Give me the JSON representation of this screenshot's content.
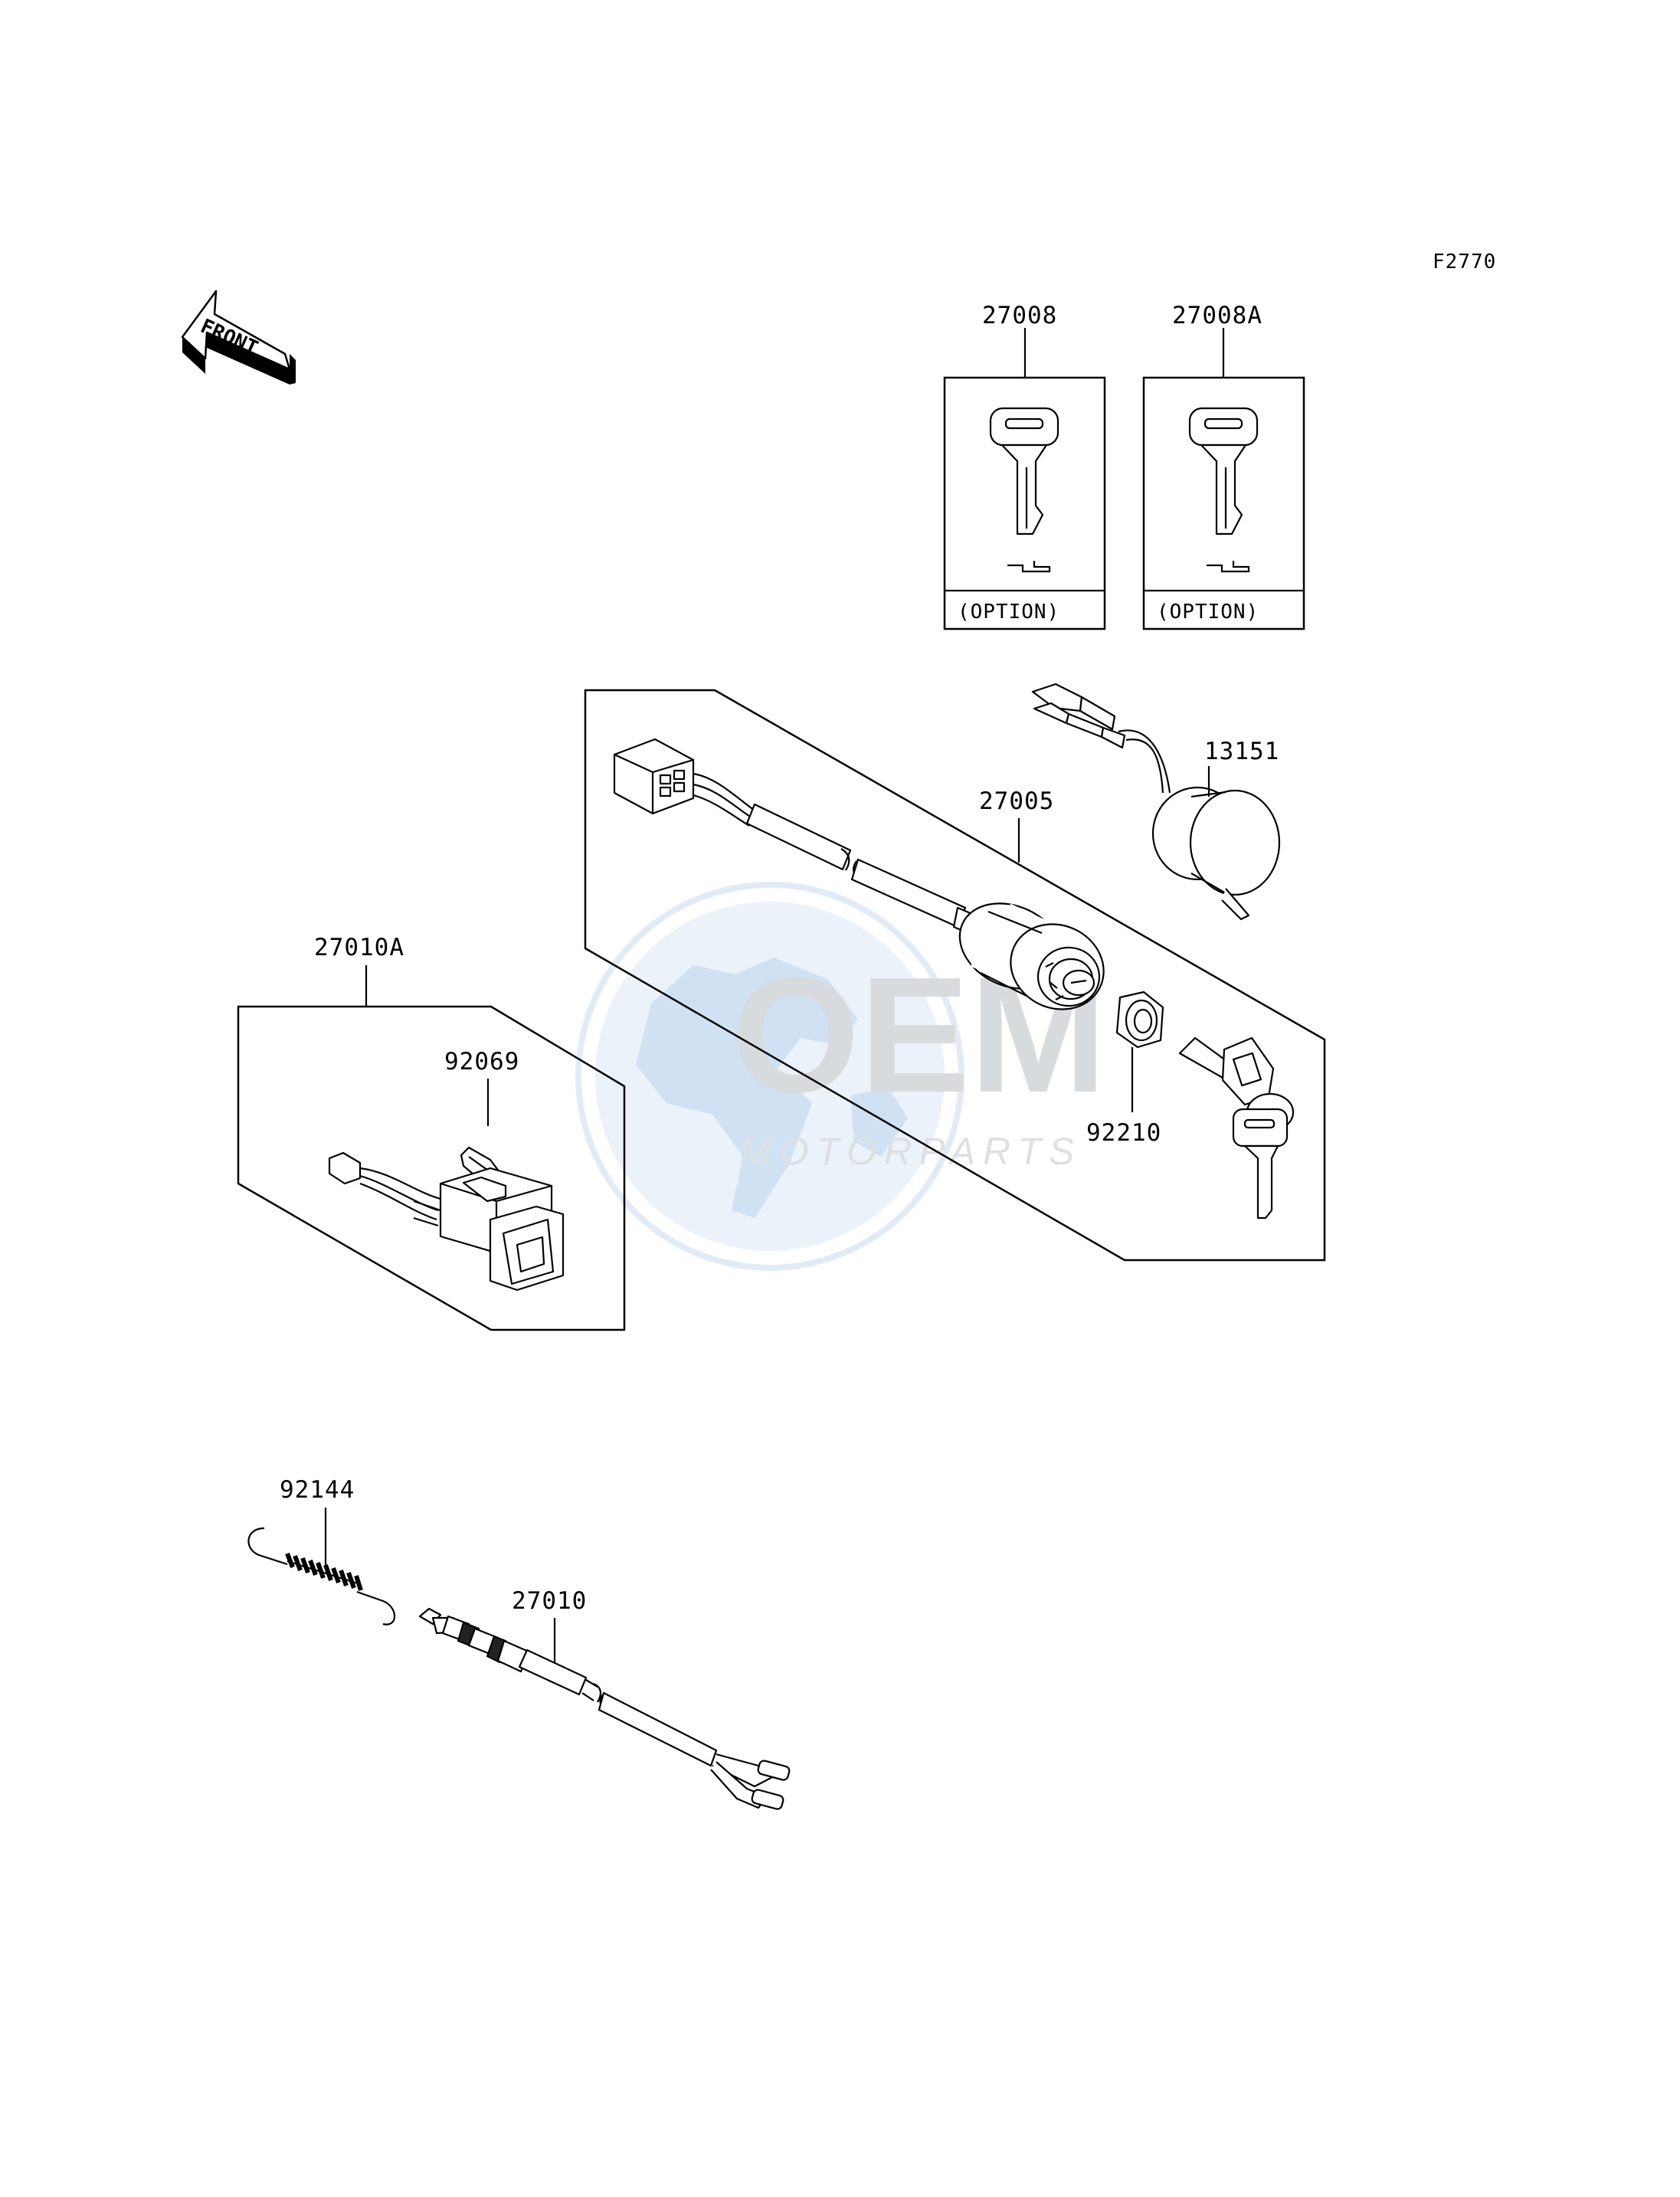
{
  "figure_code": "F2770",
  "front_label": "FRONT",
  "option_label": "(OPTION)",
  "parts": {
    "key_blank": "27008",
    "key_blank_a": "27008A",
    "main_switch_assy": "27005",
    "switch_lamp_assy": "27010A",
    "bulb": "92069",
    "spring": "92144",
    "brake_switch": "27010",
    "nut": "92210",
    "socket": "13151"
  },
  "watermark": {
    "brand": "OEM",
    "tagline": "MOTORPARTS"
  }
}
